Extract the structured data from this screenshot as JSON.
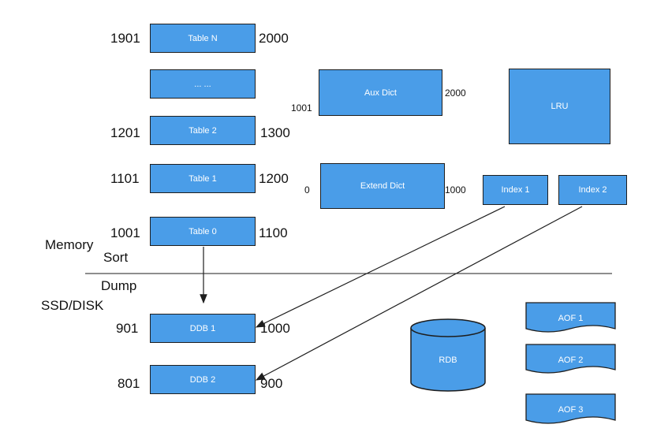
{
  "tables": [
    {
      "name": "Table N",
      "start": "1901",
      "end": "2000"
    },
    {
      "name": "... ...",
      "start": "",
      "end": ""
    },
    {
      "name": "Table 2",
      "start": "1201",
      "end": "1300"
    },
    {
      "name": "Table 1",
      "start": "1101",
      "end": "1200"
    },
    {
      "name": "Table 0",
      "start": "1001",
      "end": "1100"
    }
  ],
  "aux_dict": {
    "name": "Aux Dict",
    "start": "1001",
    "end": "2000"
  },
  "extend_dict": {
    "name": "Extend Dict",
    "start": "0",
    "end": "1000"
  },
  "lru": {
    "name": "LRU"
  },
  "indexes": [
    {
      "name": "Index 1"
    },
    {
      "name": "Index 2"
    }
  ],
  "labels": {
    "memory": "Memory",
    "sort": "Sort",
    "dump": "Dump",
    "ssd_disk": "SSD/DISK"
  },
  "ddb": [
    {
      "name": "DDB 1",
      "start": "901",
      "end": "1000"
    },
    {
      "name": "DDB 2",
      "start": "801",
      "end": "900"
    }
  ],
  "rdb": {
    "name": "RDB"
  },
  "aof": [
    {
      "name": "AOF 1"
    },
    {
      "name": "AOF 2"
    },
    {
      "name": "AOF 3"
    }
  ],
  "colors": {
    "box_fill": "#4a9de8",
    "stroke": "#1e1e1e"
  }
}
